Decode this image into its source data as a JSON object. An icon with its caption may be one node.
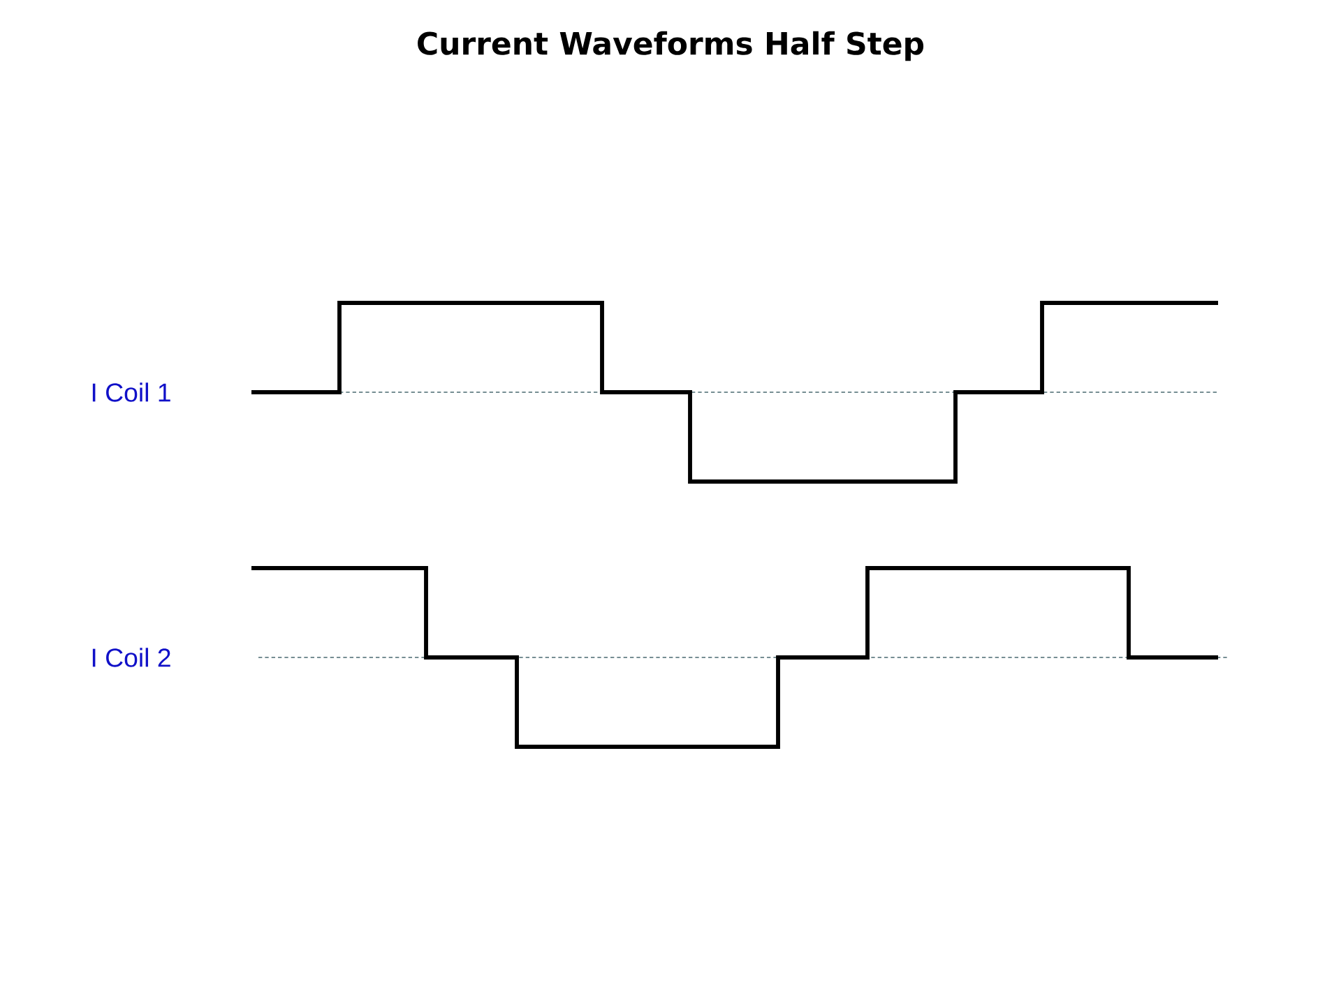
{
  "diagram": {
    "title": "Current Waveforms Half Step",
    "labels": [
      "I Coil 1",
      "I Coil 2"
    ]
  }
}
